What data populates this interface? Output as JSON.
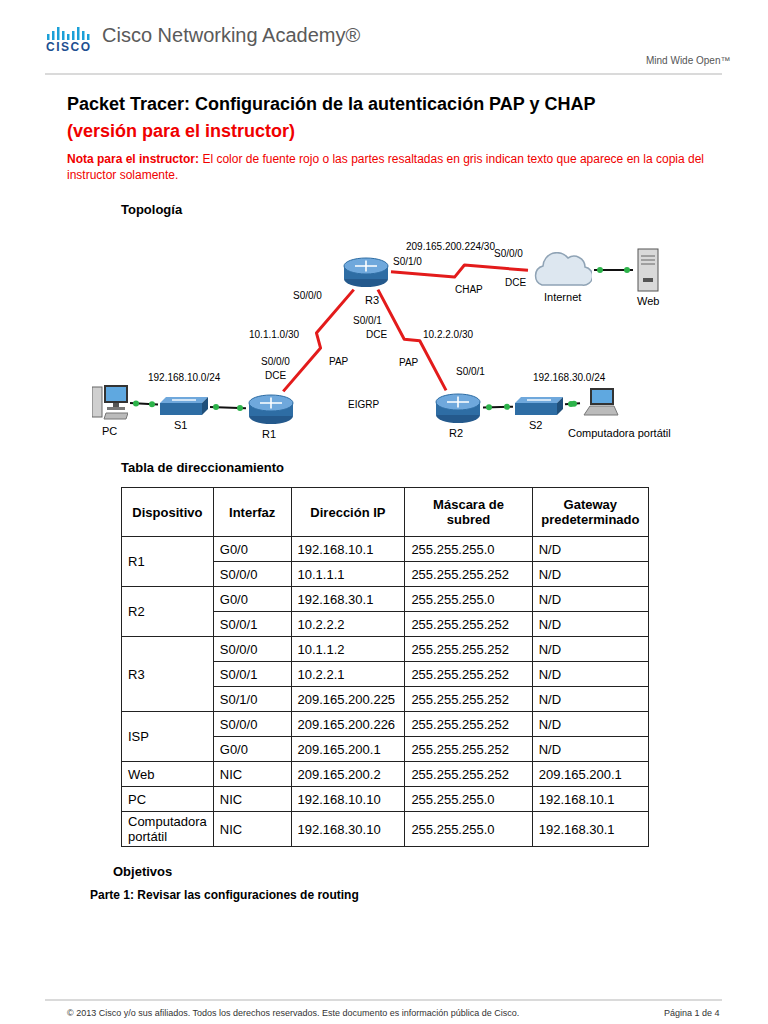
{
  "diagram": {
    "title": "Packet Tracer: Configuración de la autenticación PAP y CHAP",
    "nodes": [
      {
        "text": [
          "R3"
        ]
      },
      {
        "text": [
          "Internet"
        ]
      },
      {
        "text": [
          "Web"
        ]
      },
      {
        "text": [
          "PC"
        ]
      },
      {
        "text": [
          "S1"
        ]
      },
      {
        "text": [
          "R1"
        ]
      },
      {
        "text": [
          "R2"
        ]
      },
      {
        "text": [
          "S2"
        ]
      },
      {
        "text": [
          "Computadora portátil"
        ]
      }
    ],
    "edges": [
      {
        "from": 0,
        "to": 1,
        "label": "CHAP",
        "arrow": "none"
      },
      {
        "from": 1,
        "to": 2,
        "arrow": "none"
      },
      {
        "from": 3,
        "to": 4,
        "arrow": "none"
      },
      {
        "from": 4,
        "to": 5,
        "arrow": "none"
      },
      {
        "from": 5,
        "to": 0,
        "label": "PAP",
        "arrow": "none"
      },
      {
        "from": 0,
        "to": 6,
        "label": "PAP",
        "arrow": "none"
      },
      {
        "from": 6,
        "to": 7,
        "arrow": "none"
      },
      {
        "from": 7,
        "to": 8,
        "arrow": "none"
      }
    ],
    "labels": [
      "CISCO",
      "Cisco Networking Academy®",
      "Mind Wide Open™",
      "(versión para el instructor)",
      "Nota para el instructor:",
      "El color de fuente rojo o las partes resaltadas en gris indican texto que aparece en la copia del instructor solamente.",
      "Topología",
      "209.165.200.224/30",
      "S0/1/0",
      "S0/0/0",
      "DCE",
      "S0/0/0",
      "10.1.1.0/30",
      "S0/0/1",
      "DCE",
      "10.2.2.0/30",
      "S0/0/0",
      "DCE",
      "S0/0/1",
      "192.168.10.0/24",
      "192.168.30.0/24",
      "EIGRP",
      "Tabla de direccionamiento",
      "Dispositivo",
      "Interfaz",
      "Dirección IP",
      "Máscara de subred",
      "Gateway predeterminado",
      "R1",
      "G0/0",
      "192.168.10.1",
      "255.255.255.0",
      "N/D",
      "S0/0/0",
      "10.1.1.1",
      "255.255.255.252",
      "N/D",
      "R2",
      "G0/0",
      "192.168.30.1",
      "255.255.255.0",
      "N/D",
      "S0/0/1",
      "10.2.2.2",
      "255.255.255.252",
      "N/D",
      "R3",
      "S0/0/0",
      "10.1.1.2",
      "255.255.255.252",
      "N/D",
      "S0/0/1",
      "10.2.2.1",
      "255.255.255.252",
      "N/D",
      "S0/1/0",
      "209.165.200.225",
      "255.255.255.252",
      "N/D",
      "ISP",
      "S0/0/0",
      "209.165.200.226",
      "255.255.255.252",
      "N/D",
      "G0/0",
      "209.165.200.1",
      "255.255.255.252",
      "N/D",
      "Web",
      "NIC",
      "209.165.200.2",
      "255.255.255.252",
      "209.165.200.1",
      "PC",
      "NIC",
      "192.168.10.10",
      "255.255.255.0",
      "192.168.10.1",
      "Computadora portátil",
      "NIC",
      "192.168.30.10",
      "255.255.255.0",
      "192.168.30.1",
      "Objetivos",
      "Parte 1: Revisar las configuraciones de routing",
      "© 2013 Cisco y/o sus afiliados. Todos los derechos reservados. Este documento es información pública de Cisco.",
      "Página 1 de 4"
    ]
  }
}
